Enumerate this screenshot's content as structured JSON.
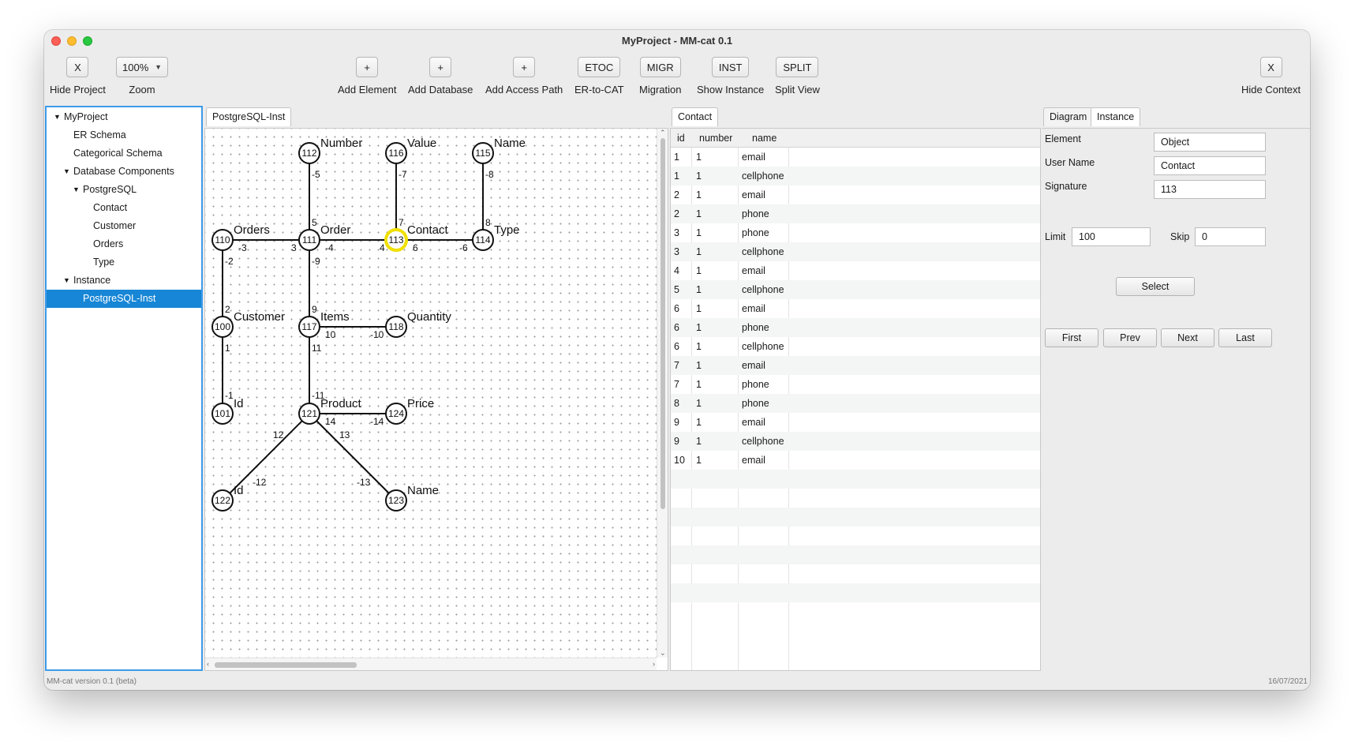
{
  "window": {
    "title": "MyProject - MM-cat 0.1"
  },
  "toolbar": {
    "hide_project": {
      "button": "X",
      "label": "Hide Project"
    },
    "zoom": {
      "value": "100%",
      "label": "Zoom"
    },
    "add_element": {
      "button": "+",
      "label": "Add Element"
    },
    "add_database": {
      "button": "+",
      "label": "Add Database"
    },
    "add_access_path": {
      "button": "+",
      "label": "Add Access Path"
    },
    "etoc": {
      "button": "ETOC",
      "label": "ER-to-CAT"
    },
    "migr": {
      "button": "MIGR",
      "label": "Migration"
    },
    "inst": {
      "button": "INST",
      "label": "Show Instance"
    },
    "split": {
      "button": "SPLIT",
      "label": "Split View"
    },
    "hide_context": {
      "button": "X",
      "label": "Hide Context"
    }
  },
  "tree": {
    "items": [
      {
        "label": "MyProject",
        "expandable": true
      },
      {
        "label": "ER Schema"
      },
      {
        "label": "Categorical Schema"
      },
      {
        "label": "Database Components",
        "expandable": true
      },
      {
        "label": "PostgreSQL",
        "expandable": true
      },
      {
        "label": "Contact"
      },
      {
        "label": "Customer"
      },
      {
        "label": "Orders"
      },
      {
        "label": "Type"
      },
      {
        "label": "Instance",
        "expandable": true
      },
      {
        "label": "PostgreSQL-Inst",
        "selected": true
      }
    ]
  },
  "diagram": {
    "tab": "PostgreSQL-Inst",
    "selected_node": "113",
    "nodes": [
      {
        "id": "112",
        "label": "Number"
      },
      {
        "id": "116",
        "label": "Value"
      },
      {
        "id": "115",
        "label": "Name"
      },
      {
        "id": "110",
        "label": "Orders"
      },
      {
        "id": "111",
        "label": "Order"
      },
      {
        "id": "113",
        "label": "Contact"
      },
      {
        "id": "114",
        "label": "Type"
      },
      {
        "id": "100",
        "label": "Customer"
      },
      {
        "id": "117",
        "label": "Items"
      },
      {
        "id": "118",
        "label": "Quantity"
      },
      {
        "id": "101",
        "label": "Id"
      },
      {
        "id": "121",
        "label": "Product"
      },
      {
        "id": "124",
        "label": "Price"
      },
      {
        "id": "122",
        "label": "Id"
      },
      {
        "id": "123",
        "label": "Name"
      }
    ],
    "edges": [
      {
        "from": "111",
        "to": "112",
        "forward": "5",
        "backward": "-5"
      },
      {
        "from": "113",
        "to": "116",
        "forward": "7",
        "backward": "-7"
      },
      {
        "from": "114",
        "to": "115",
        "forward": "8",
        "backward": "-8"
      },
      {
        "from": "110",
        "to": "111",
        "forward": "3",
        "backward": "-3"
      },
      {
        "from": "111",
        "to": "113",
        "forward": "4",
        "backward": "-4"
      },
      {
        "from": "113",
        "to": "114",
        "forward": "6",
        "backward": "-6"
      },
      {
        "from": "110",
        "to": "100",
        "forward": "2",
        "backward": "-2"
      },
      {
        "from": "111",
        "to": "117",
        "forward": "9",
        "backward": "-9"
      },
      {
        "from": "117",
        "to": "118",
        "forward": "10",
        "backward": "-10"
      },
      {
        "from": "100",
        "to": "101",
        "forward": "1",
        "backward": "-1"
      },
      {
        "from": "117",
        "to": "121",
        "forward": "11",
        "backward": "-11"
      },
      {
        "from": "121",
        "to": "124",
        "forward": "14",
        "backward": "-14"
      },
      {
        "from": "121",
        "to": "122",
        "forward": "12",
        "backward": "-12"
      },
      {
        "from": "121",
        "to": "123",
        "forward": "13",
        "backward": "-13"
      }
    ]
  },
  "table": {
    "tab": "Contact",
    "columns": [
      "id",
      "number",
      "name"
    ],
    "rows": [
      [
        "1",
        "1",
        "email"
      ],
      [
        "1",
        "1",
        "cellphone"
      ],
      [
        "2",
        "1",
        "email"
      ],
      [
        "2",
        "1",
        "phone"
      ],
      [
        "3",
        "1",
        "phone"
      ],
      [
        "3",
        "1",
        "cellphone"
      ],
      [
        "4",
        "1",
        "email"
      ],
      [
        "5",
        "1",
        "cellphone"
      ],
      [
        "6",
        "1",
        "email"
      ],
      [
        "6",
        "1",
        "phone"
      ],
      [
        "6",
        "1",
        "cellphone"
      ],
      [
        "7",
        "1",
        "email"
      ],
      [
        "7",
        "1",
        "phone"
      ],
      [
        "8",
        "1",
        "phone"
      ],
      [
        "9",
        "1",
        "email"
      ],
      [
        "9",
        "1",
        "cellphone"
      ],
      [
        "10",
        "1",
        "email"
      ]
    ]
  },
  "context": {
    "tabs": [
      "Diagram",
      "Instance"
    ],
    "active_tab": "Instance",
    "element_label": "Element",
    "element_value": "Object",
    "user_name_label": "User Name",
    "user_name_value": "Contact",
    "signature_label": "Signature",
    "signature_value": "113",
    "limit_label": "Limit",
    "limit_value": "100",
    "skip_label": "Skip",
    "skip_value": "0",
    "select_button": "Select",
    "first_button": "First",
    "prev_button": "Prev",
    "next_button": "Next",
    "last_button": "Last"
  },
  "status": {
    "version": "MM-cat version 0.1 (beta)",
    "date": "16/07/2021"
  },
  "colors": {
    "selection": "#1786d6",
    "selected_node_ring": "#f0e000",
    "focus_border": "#3d9be9"
  }
}
